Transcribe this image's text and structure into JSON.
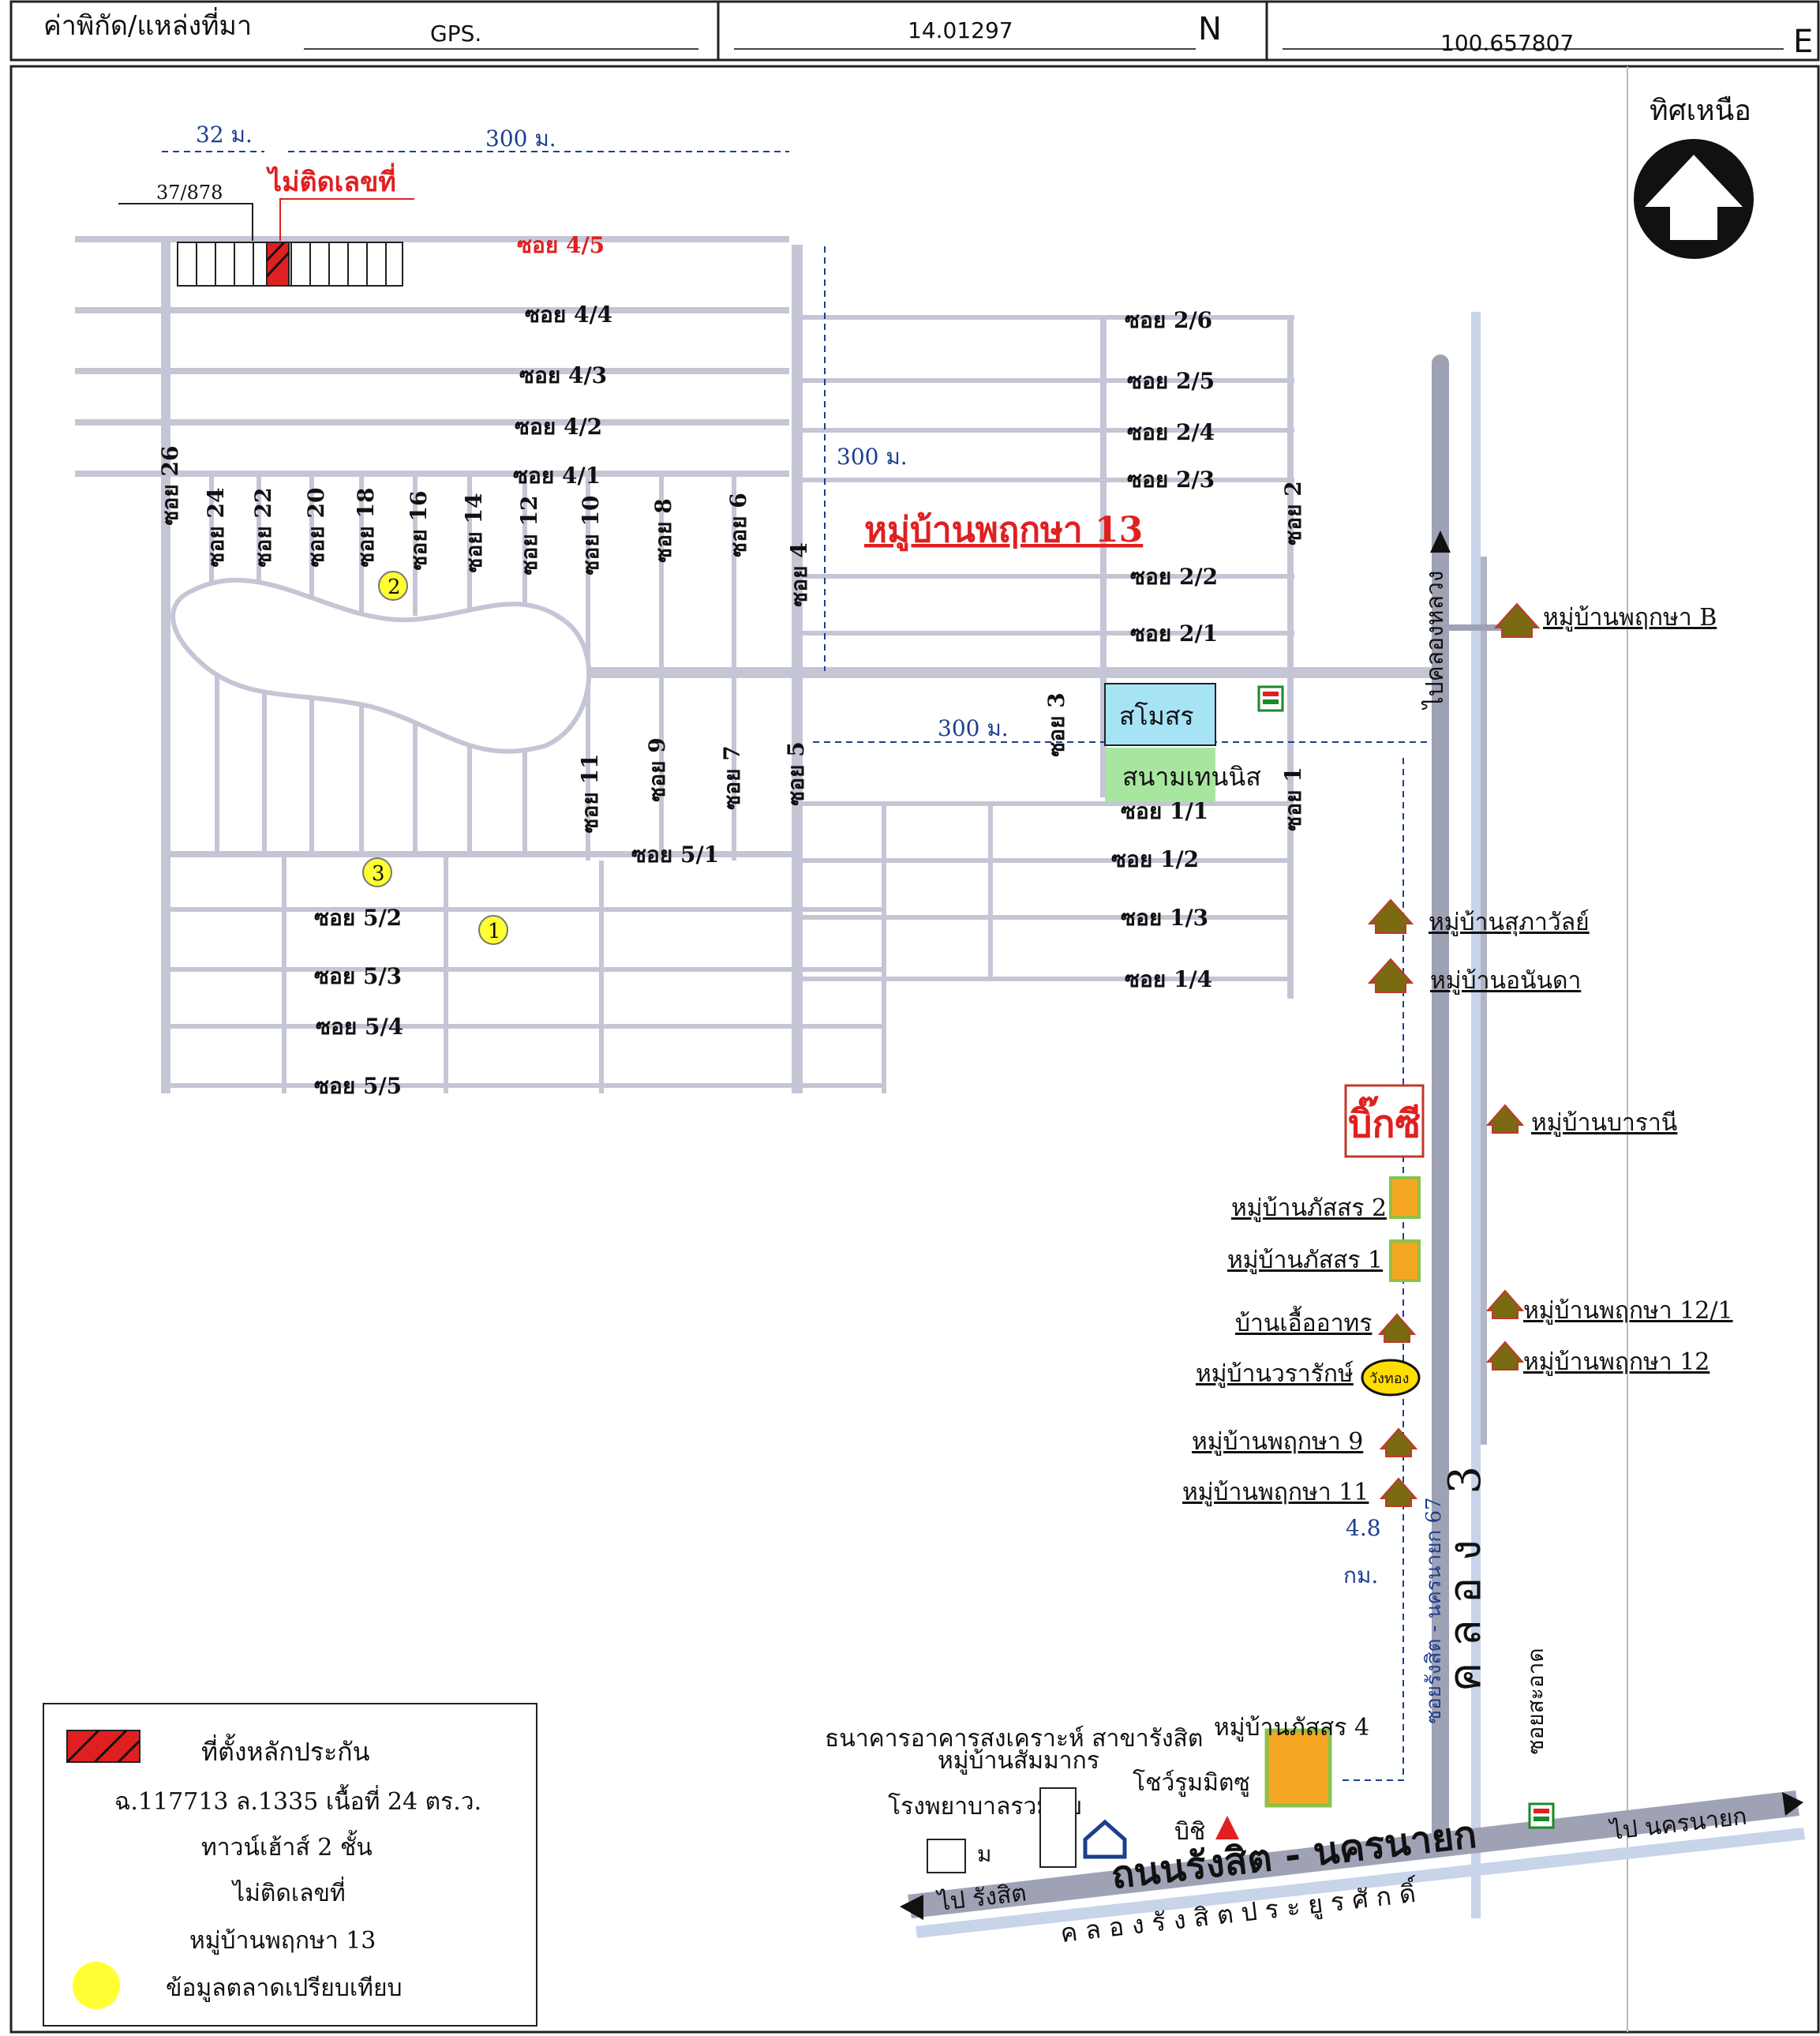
{
  "header": {
    "coord_label": "ค่าพิกัด/แหล่งที่มา",
    "source": "GPS.",
    "latitude": "14.01297",
    "lat_dir": "N",
    "longitude": "100.657807",
    "lon_dir": "E"
  },
  "north_label": "ทิศเหนือ",
  "dimensions": {
    "d32": "32 ม.",
    "d300_top": "300 ม.",
    "d300_mid": "300 ม.",
    "d300_low": "300 ม.",
    "dist_km": "4.8",
    "dist_unit": "กม."
  },
  "plot": {
    "neighbor_no": "37/878",
    "no_number": "ไม่ติดเลขที่"
  },
  "village_title": "หมู่บ้านพฤกษา 13",
  "soi_h": {
    "s45": "ซอย 4/5",
    "s44": "ซอย 4/4",
    "s43": "ซอย 4/3",
    "s42": "ซอย 4/2",
    "s41": "ซอย 4/1",
    "s26": "ซอย 2/6",
    "s25": "ซอย 2/5",
    "s24": "ซอย 2/4",
    "s23": "ซอย 2/3",
    "s22": "ซอย 2/2",
    "s21": "ซอย 2/1",
    "s11": "ซอย 1/1",
    "s12": "ซอย 1/2",
    "s13": "ซอย 1/3",
    "s14": "ซอย 1/4",
    "s51": "ซอย 5/1",
    "s52": "ซอย 5/2",
    "s53": "ซอย 5/3",
    "s54": "ซอย 5/4",
    "s55": "ซอย 5/5"
  },
  "soi_v": {
    "s26": "ซอย 26",
    "s24": "ซอย 24",
    "s22": "ซอย 22",
    "s20": "ซอย 20",
    "s18": "ซอย 18",
    "s16": "ซอย 16",
    "s14": "ซอย 14",
    "s12": "ซอย 12",
    "s10": "ซอย 10",
    "s8": "ซอย 8",
    "s6": "ซอย 6",
    "s4": "ซอย 4",
    "s2": "ซอย 2",
    "s3": "ซอย 3",
    "s11": "ซอย 11",
    "s9": "ซอย 9",
    "s7": "ซอย 7",
    "s5": "ซอย 5",
    "s1": "ซอย 1"
  },
  "facilities": {
    "clubhouse": "สโมสร",
    "tennis": "สนามเทนนิส",
    "bigc": "บิ๊กซี"
  },
  "markers": {
    "m1": "1",
    "m2": "2",
    "m3": "3"
  },
  "roads": {
    "to_khlong_luang": "ไปคลองหลวง",
    "main_road": "ถนนรังสิต - นครนายก",
    "to_rangsit": "ไป รังสิต",
    "to_nakhon_nayok": "ไป นครนายก",
    "canal_3": "คลอง 3",
    "canal_rangsit": "ค ล อ ง รั ง สิ ต ป ร ะ ยู ร ศั ก ดิ์",
    "soi_side": "ซอยรังสิต - นครนายก 67",
    "soi_clean": "ซอยสะอาด"
  },
  "villages": {
    "pruksa_b": "หมู่บ้านพฤกษา B",
    "supawan": "หมู่บ้านสุภาวัลย์",
    "ananda": "หมู่บ้านอนันดา",
    "barani": "หมู่บ้านบารานี",
    "passorn2": "หมู่บ้านภัสสร 2",
    "passorn1": "หมู่บ้านภัสสร 1",
    "uea_athorn": "บ้านเอื้ออาทร",
    "wararak": "หมู่บ้านวรารักษ์",
    "pruksa121": "หมู่บ้านพฤกษา 12/1",
    "pruksa12": "หมู่บ้านพฤกษา 12",
    "pruksa9": "หมู่บ้านพฤกษา 9",
    "pruksa11": "หมู่บ้านพฤกษา 11",
    "passorn4": "หมู่บ้านภัสสร 4"
  },
  "landmarks": {
    "ghb": "ธนาคารอาคารสงเคราะห์ สาขารังสิต",
    "sammakorn": "หมู่บ้านสัมมากร",
    "hospital": "โรงพยาบาลรวมชัย",
    "showroom": "โชว์รูมมิตซู",
    "bishi": "บิชิ",
    "wangthong": "วังทอง",
    "m_box": "ม"
  },
  "legend": {
    "collateral": "ที่ตั้งหลักประกัน",
    "deed": "ฉ.117713 ล.1335  เนื้อที่ 24 ตร.ว.",
    "type": "ทาวน์เฮ้าส์ 2 ชั้น",
    "no_number": "ไม่ติดเลขที่",
    "village": "หมู่บ้านพฤกษา 13",
    "market": "ข้อมูลตลาดเปรียบเทียบ"
  },
  "colors": {
    "road": "#c4c6d6",
    "accent_red": "#e02020",
    "marker_yellow": "#ffff33",
    "tennis_green": "#a8e6a0",
    "club_blue": "#a5e3f5",
    "dim_blue": "#1c3f8f"
  }
}
